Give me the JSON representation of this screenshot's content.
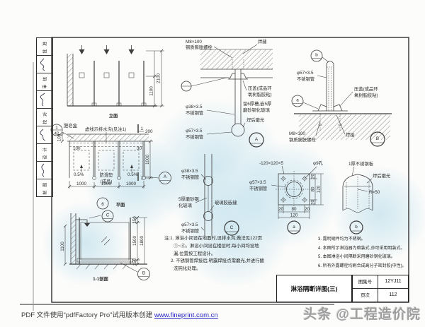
{
  "sheet": {
    "title": "淋浴隔断详图(三)",
    "atlas_label": "图集号",
    "atlas_no": "12YJ11",
    "page_label": "页次",
    "page_no": "112"
  },
  "sidebar": {
    "cells": [
      "批 准",
      "审 核",
      "校 对",
      "设 计",
      "制 图"
    ]
  },
  "elevation": {
    "title": "立面",
    "dim_inner": "1100",
    "dim_total": "2100"
  },
  "plan": {
    "title": "平面",
    "view_no": "6",
    "cut_mark": "1",
    "detail_ref": "A",
    "soap_label": "肥皂盒",
    "soap_ref_num": "1",
    "soap_ref_page": "42",
    "drain_note": "虚线示排水沟(见注1)",
    "dim_200": "200",
    "dim_100_wall": "100",
    "dim_100_inset": "100",
    "dim_30": "30",
    "slope": "0.5%",
    "mat_line1": "防滑垫",
    "mat_line2": "(成品)",
    "dim_bay": "1000",
    "dim_depth": "1000"
  },
  "section": {
    "title": "1-1剖面",
    "ref_top": "C",
    "ref_bottom": "B",
    "dim_left": "1100",
    "dim_150": "150",
    "dim_1500": "1500",
    "dim_total": "1800"
  },
  "detail_A": {
    "ref": "A",
    "bolt1": "M8×100",
    "bolt2": "钢质膨胀螺栓",
    "weld": "焊缝",
    "cap1": "压盖(成品环",
    "cap2": "氧树脂胶粘)",
    "pipe38": "φ38×3.5",
    "pipe57": "φ57×3.5",
    "pipe_name": "不锈钢管",
    "groove1": "留6厚槽,嵌5厚",
    "groove2": "磨砂钢化玻璃",
    "grind": "焊后磨光"
  },
  "detail_B": {
    "ref": "B",
    "ref_a": "a",
    "ref_b": "b",
    "pipe57": "φ57×3.5",
    "pipe_name": "不锈钢管",
    "cap1": "压盖(成品环",
    "cap2": "氧树脂胶粘)",
    "bolt1": "M8×100",
    "bolt2": "钢质膨胀螺栓",
    "weld": "焊接"
  },
  "detail_C": {
    "ref": "C",
    "pipe38": "φ38×3.5",
    "pipe57": "φ57×3.5",
    "pipe_name": "不锈钢管",
    "glass1": "5厚磨砂钢",
    "glass2": "化玻璃",
    "sealant": "玻璃胶嵌缝"
  },
  "detail_a": {
    "ref": "a",
    "plate": "-120×120×5",
    "hole": "φ9孔",
    "pipe57": "φ57×3.5",
    "pipe_name": "不锈钢管",
    "d20": "20",
    "d80": "80",
    "d120": "120"
  },
  "detail_b": {
    "ref": "b",
    "cap": "1厚不锈钢板",
    "grind": "焊后磨光",
    "radius": "R=50"
  },
  "notes": {
    "left": [
      "注:1. 淋浴小间设在地面时,设排水沟,做法见122页",
      "①~④。淋浴小间设在楼层时,每小间均设地",
      "漏,位置按工程设计。",
      "2. 不锈钢管焊接后,明露焊接点需磨光,并进行酸",
      "洗钝化处理。"
    ],
    "right": [
      "3. 露明钢件均为不锈钢。",
      "4. 本图所示淋浴器为暗装式,亦可采用明装式。",
      "5. 本图淋浴小间隔断采用磨砂钢化玻璃。",
      "6. 所有外露螺栓均刷合成高分子密封胶(中性)。"
    ]
  },
  "footer": {
    "pdf_notice": "PDF 文件使用“pdfFactory Pro”试用版本创建 ",
    "link": "www.fineprint.com.cn",
    "watermark": "头条 @工程造价院"
  },
  "colors": {
    "line": "#3c3c3c",
    "stamp": "#9fd0e4",
    "link": "#2323c8",
    "watermark": "#9e9e9e"
  }
}
